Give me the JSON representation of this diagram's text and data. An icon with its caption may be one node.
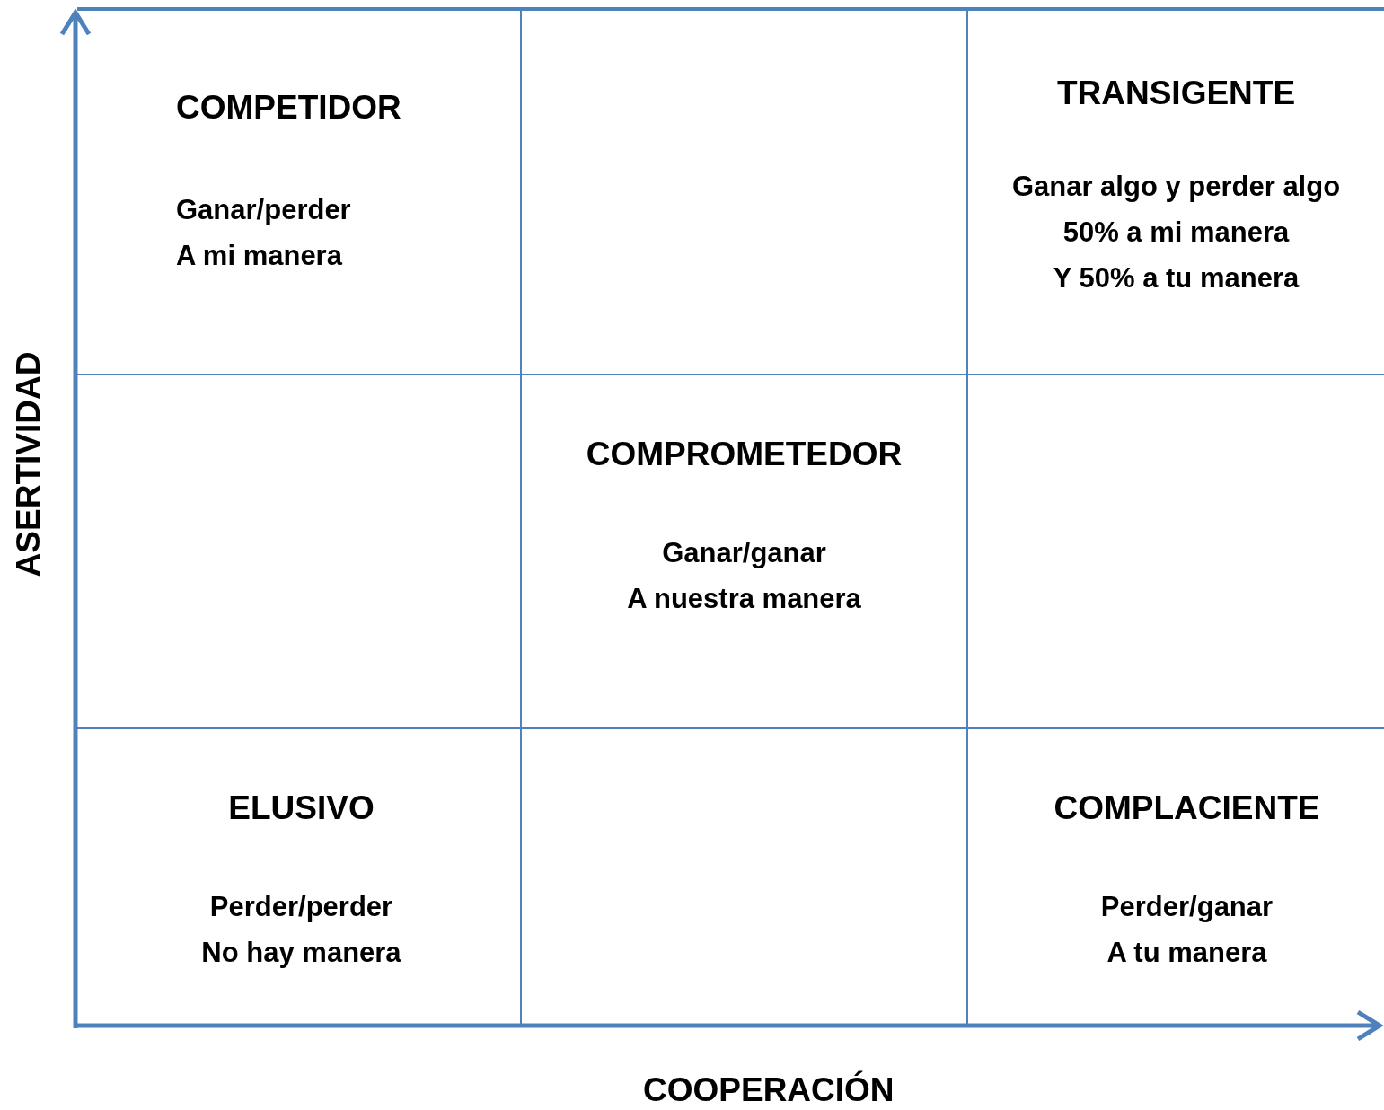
{
  "diagram": {
    "nodes": [
      {
        "text": [
          "COMPETIDOR",
          "Ganar/perder",
          "A mi manera"
        ]
      },
      {
        "text": [],
        "shape": "box"
      },
      {
        "text": [
          "TRANSIGENTE",
          "Ganar algo y perder algo",
          "50% a mi manera",
          "Y 50% a tu manera"
        ]
      },
      {
        "text": [],
        "shape": "box"
      },
      {
        "text": [
          "COMPROMETEDOR",
          "Ganar/ganar",
          "A nuestra manera"
        ]
      },
      {
        "text": [],
        "shape": "box"
      },
      {
        "text": [
          "ELUSIVO",
          "Perder/perder",
          "No hay manera"
        ]
      },
      {
        "text": [],
        "shape": "box"
      },
      {
        "text": [
          "COMPLACIENTE",
          "Perder/ganar",
          "A tu manera"
        ]
      }
    ],
    "labels": [
      "ASERTIVIDAD",
      "COOPERACIÓN"
    ]
  }
}
